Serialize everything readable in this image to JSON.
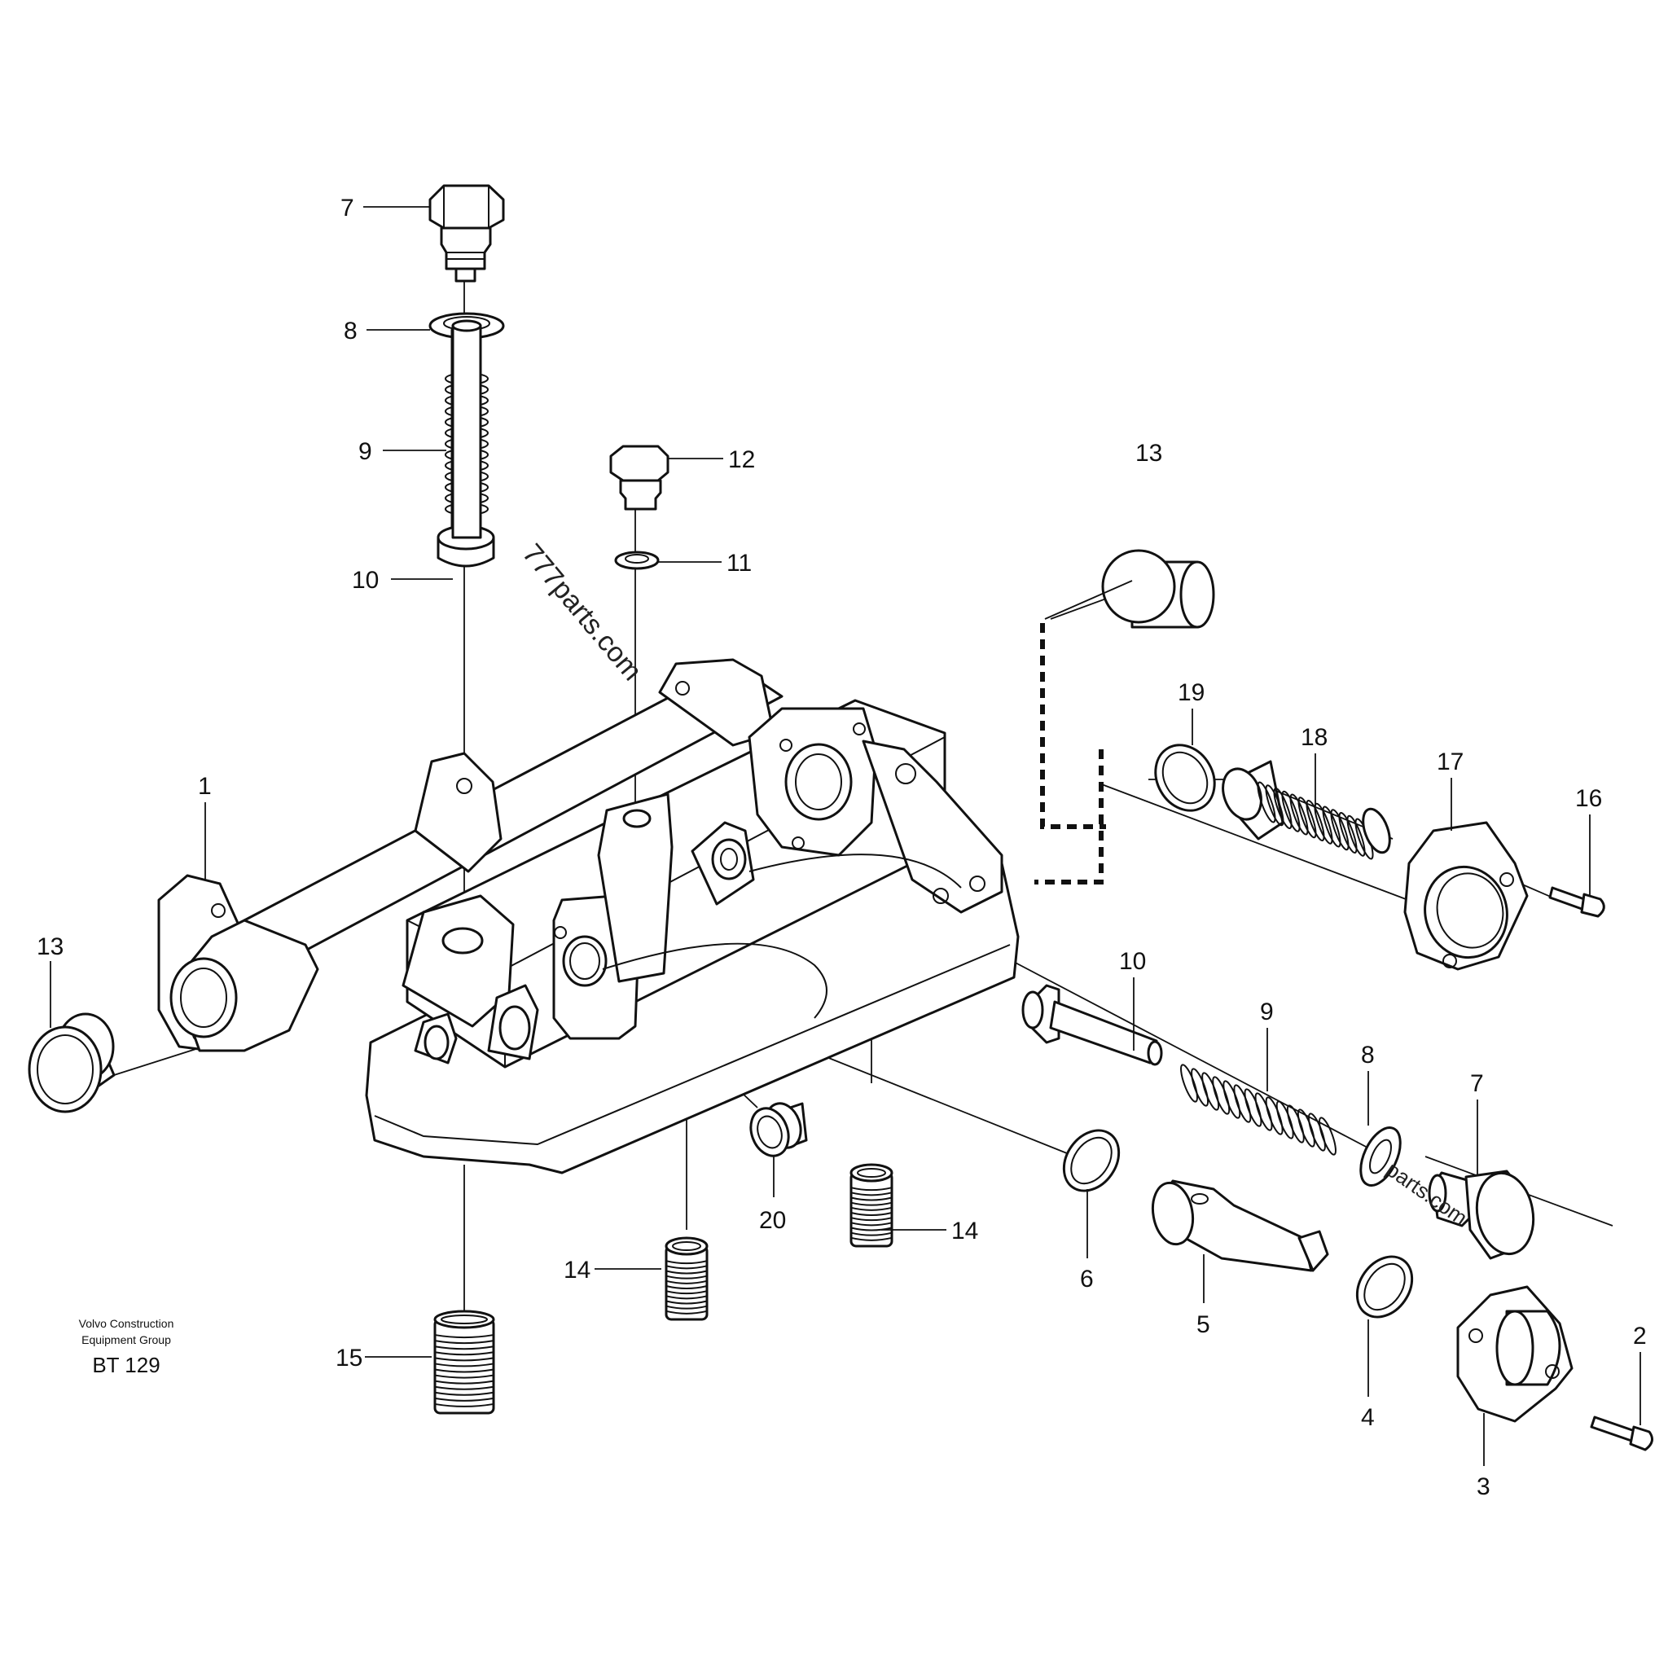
{
  "diagram": {
    "callouts": [
      {
        "id": "c7a",
        "label": "7"
      },
      {
        "id": "c8a",
        "label": "8"
      },
      {
        "id": "c9a",
        "label": "9"
      },
      {
        "id": "c10a",
        "label": "10"
      },
      {
        "id": "c12",
        "label": "12"
      },
      {
        "id": "c11",
        "label": "11"
      },
      {
        "id": "c13a",
        "label": "13"
      },
      {
        "id": "c1",
        "label": "1"
      },
      {
        "id": "c13b",
        "label": "13"
      },
      {
        "id": "c19",
        "label": "19"
      },
      {
        "id": "c18",
        "label": "18"
      },
      {
        "id": "c17",
        "label": "17"
      },
      {
        "id": "c16",
        "label": "16"
      },
      {
        "id": "c10b",
        "label": "10"
      },
      {
        "id": "c9b",
        "label": "9"
      },
      {
        "id": "c8b",
        "label": "8"
      },
      {
        "id": "c7b",
        "label": "7"
      },
      {
        "id": "c20",
        "label": "20"
      },
      {
        "id": "c14a",
        "label": "14"
      },
      {
        "id": "c14b",
        "label": "14"
      },
      {
        "id": "c6",
        "label": "6"
      },
      {
        "id": "c5",
        "label": "5"
      },
      {
        "id": "c2",
        "label": "2"
      },
      {
        "id": "c4",
        "label": "4"
      },
      {
        "id": "c3",
        "label": "3"
      },
      {
        "id": "c15",
        "label": "15"
      }
    ],
    "watermarks": [
      "777parts.com",
      "parts.com"
    ],
    "credit": {
      "line1": "Volvo Construction",
      "line2": "Equipment Group",
      "code": "BT 129"
    }
  }
}
